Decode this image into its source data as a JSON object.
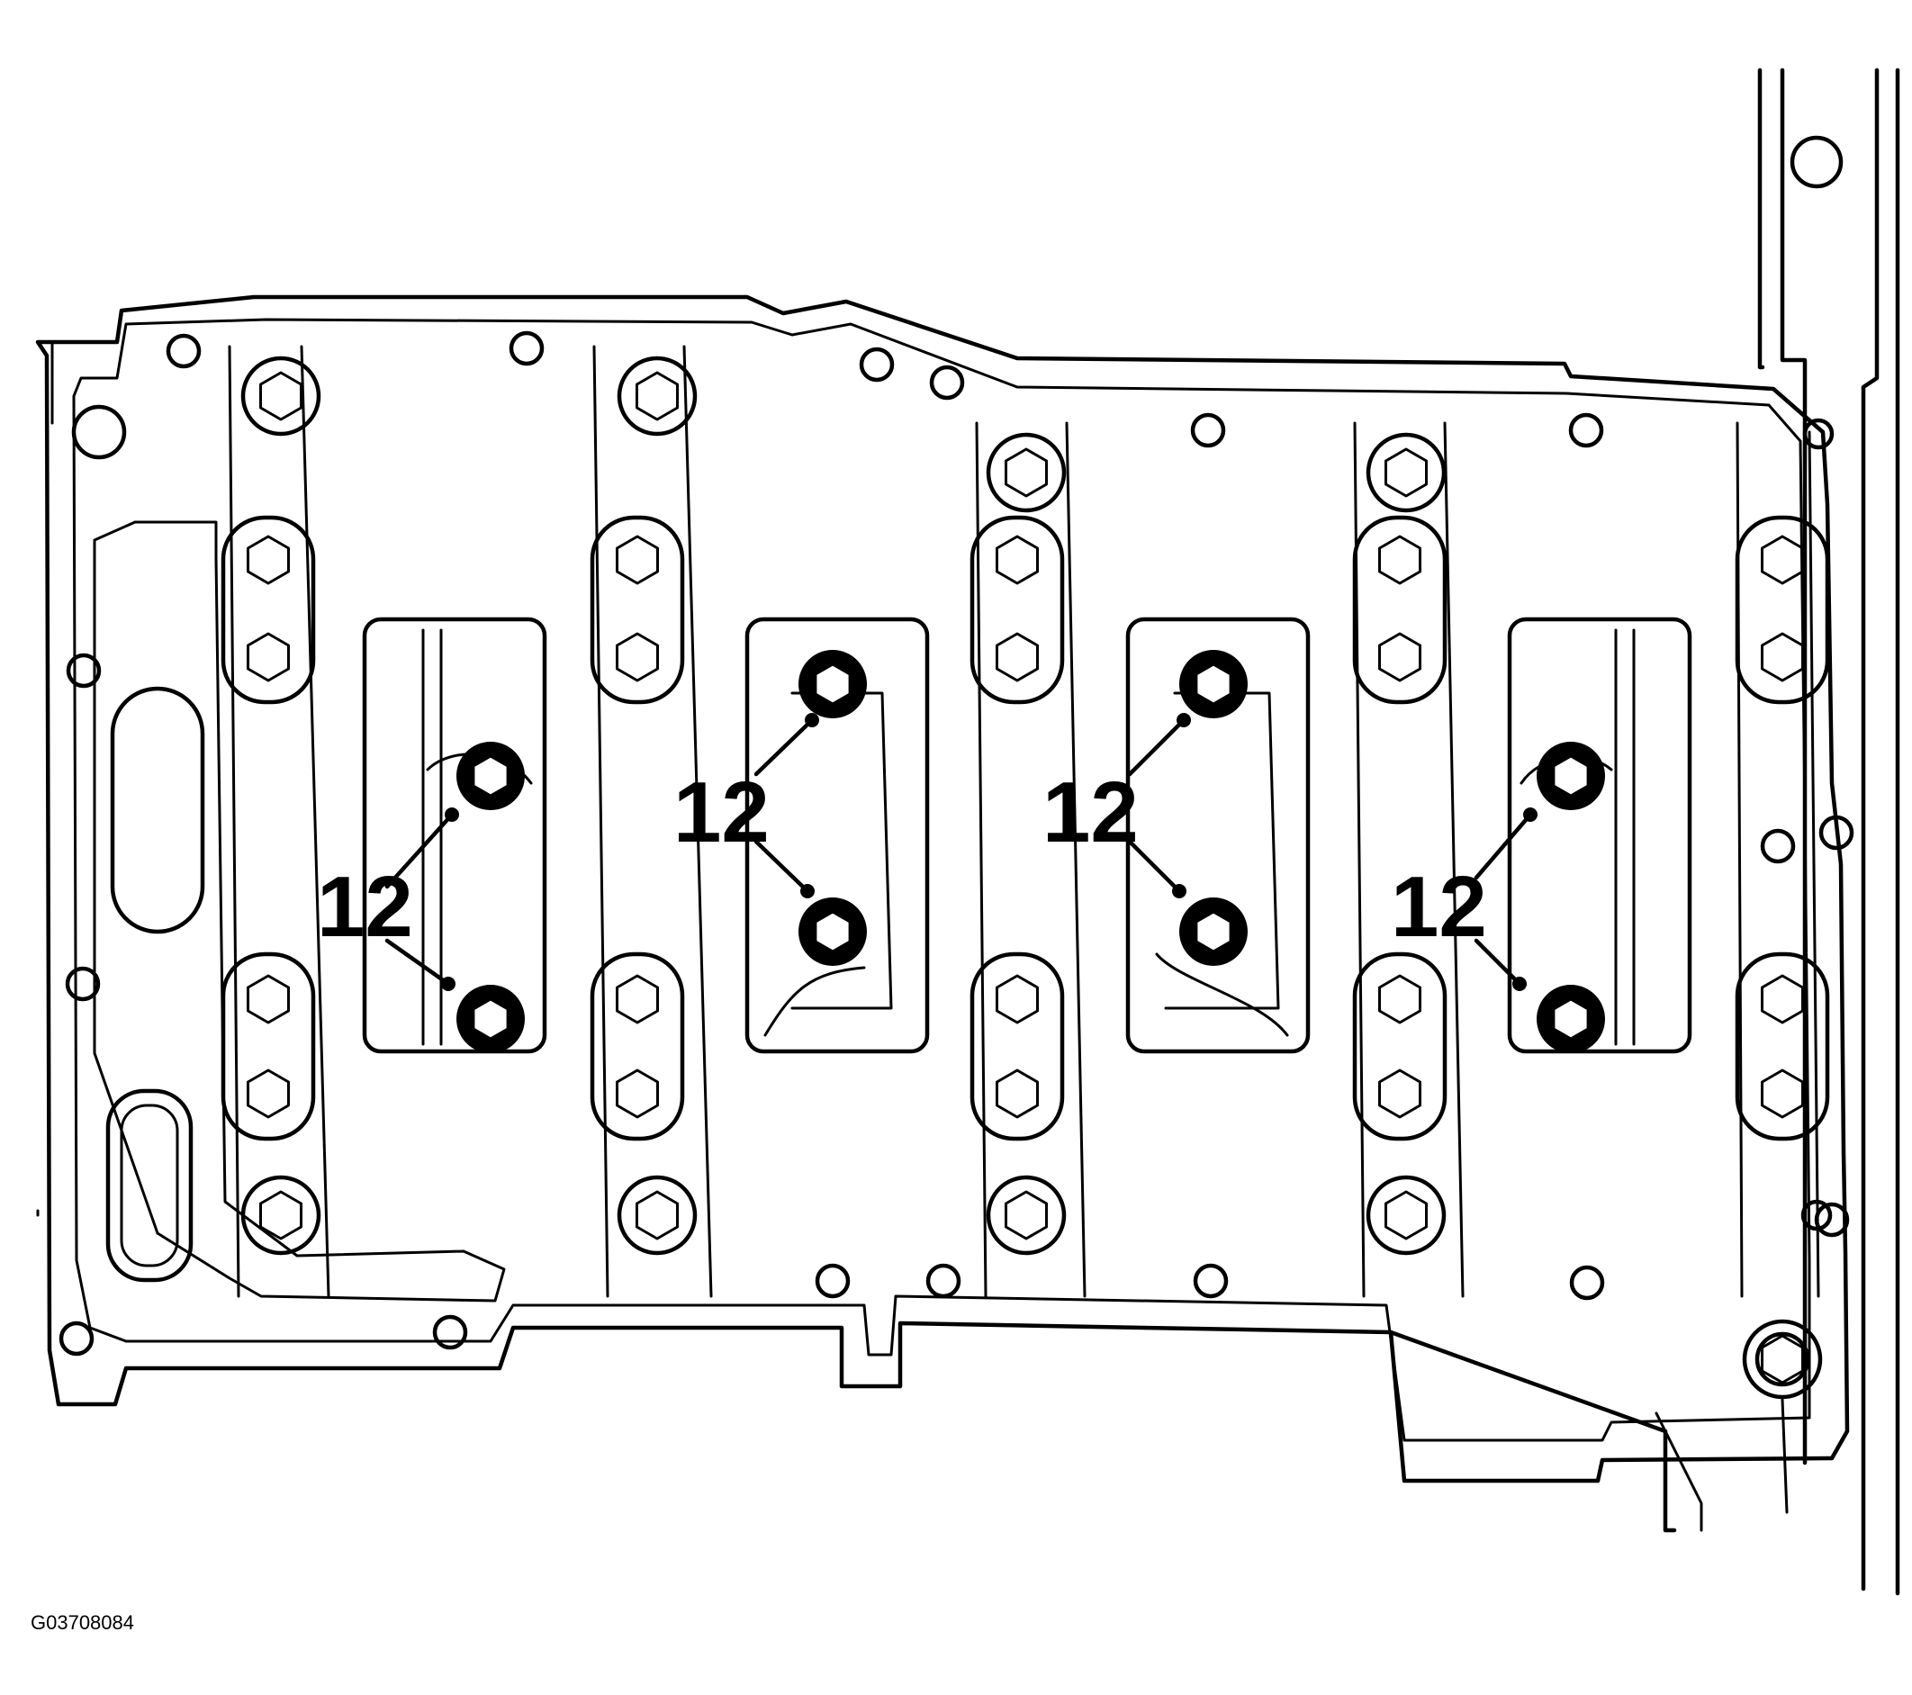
{
  "figure": {
    "id": "G03708084",
    "callout_label": "12",
    "highlighted_bolt_count": 8,
    "line_color": "#000000",
    "background_color": "#ffffff"
  },
  "callouts": [
    {
      "label": "12"
    },
    {
      "label": "12"
    },
    {
      "label": "12"
    },
    {
      "label": "12"
    }
  ]
}
